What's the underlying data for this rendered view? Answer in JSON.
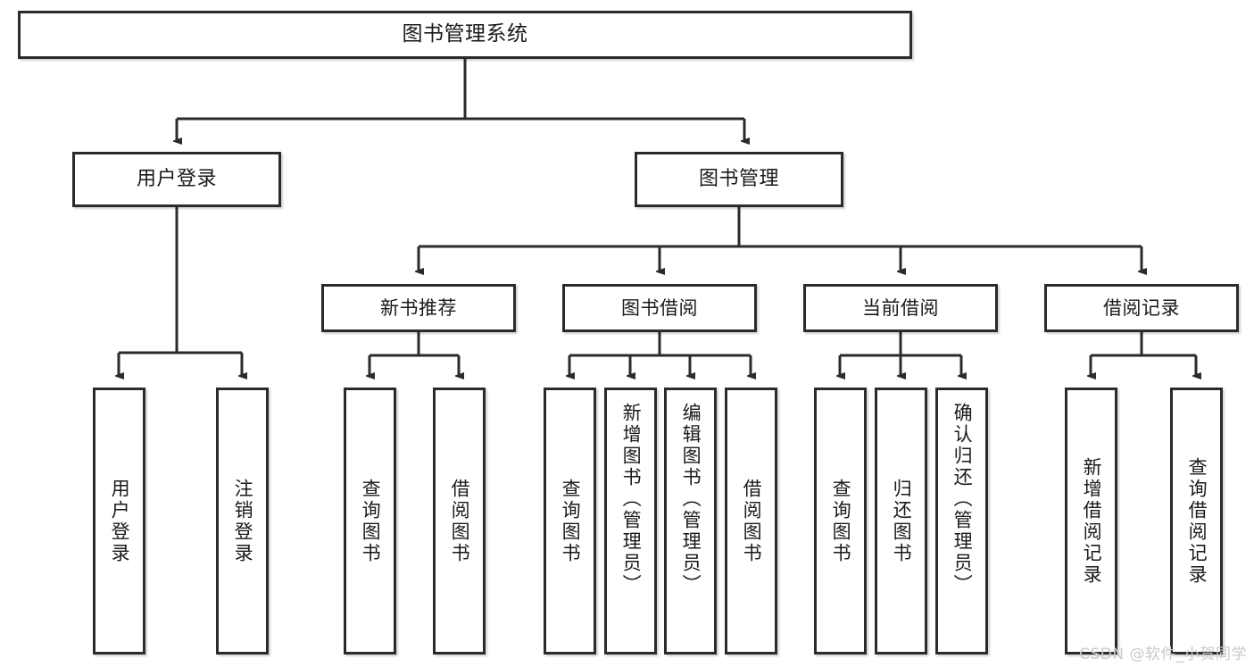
{
  "diagram": {
    "title": "图书管理系统",
    "type": "tree-hierarchy-chart",
    "root": {
      "label": "图书管理系统"
    },
    "level2": [
      {
        "label": "用户登录"
      },
      {
        "label": "图书管理"
      }
    ],
    "level3": [
      {
        "label": "新书推荐"
      },
      {
        "label": "图书借阅"
      },
      {
        "label": "当前借阅"
      },
      {
        "label": "借阅记录"
      }
    ],
    "leaves": {
      "user_login": [
        {
          "label": "用户登录"
        },
        {
          "label": "注销登录"
        }
      ],
      "new_book_recommend": [
        {
          "label": "查询图书"
        },
        {
          "label": "借阅图书"
        }
      ],
      "book_borrow": [
        {
          "label": "查询图书"
        },
        {
          "label": "新增图书（管理员）"
        },
        {
          "label": "编辑图书（管理员）"
        },
        {
          "label": "借阅图书"
        }
      ],
      "current_borrow": [
        {
          "label": "查询图书"
        },
        {
          "label": "归还图书"
        },
        {
          "label": "确认归还（管理员）"
        }
      ],
      "borrow_record": [
        {
          "label": "新增借阅记录"
        },
        {
          "label": "查询借阅记录"
        }
      ]
    }
  },
  "watermark": {
    "text": "CSDN @软件_小贺同学"
  },
  "colors": {
    "border": "#2b2b2b",
    "background": "#ffffff",
    "text": "#1a1a1a",
    "watermark": "#c9c9c9"
  }
}
